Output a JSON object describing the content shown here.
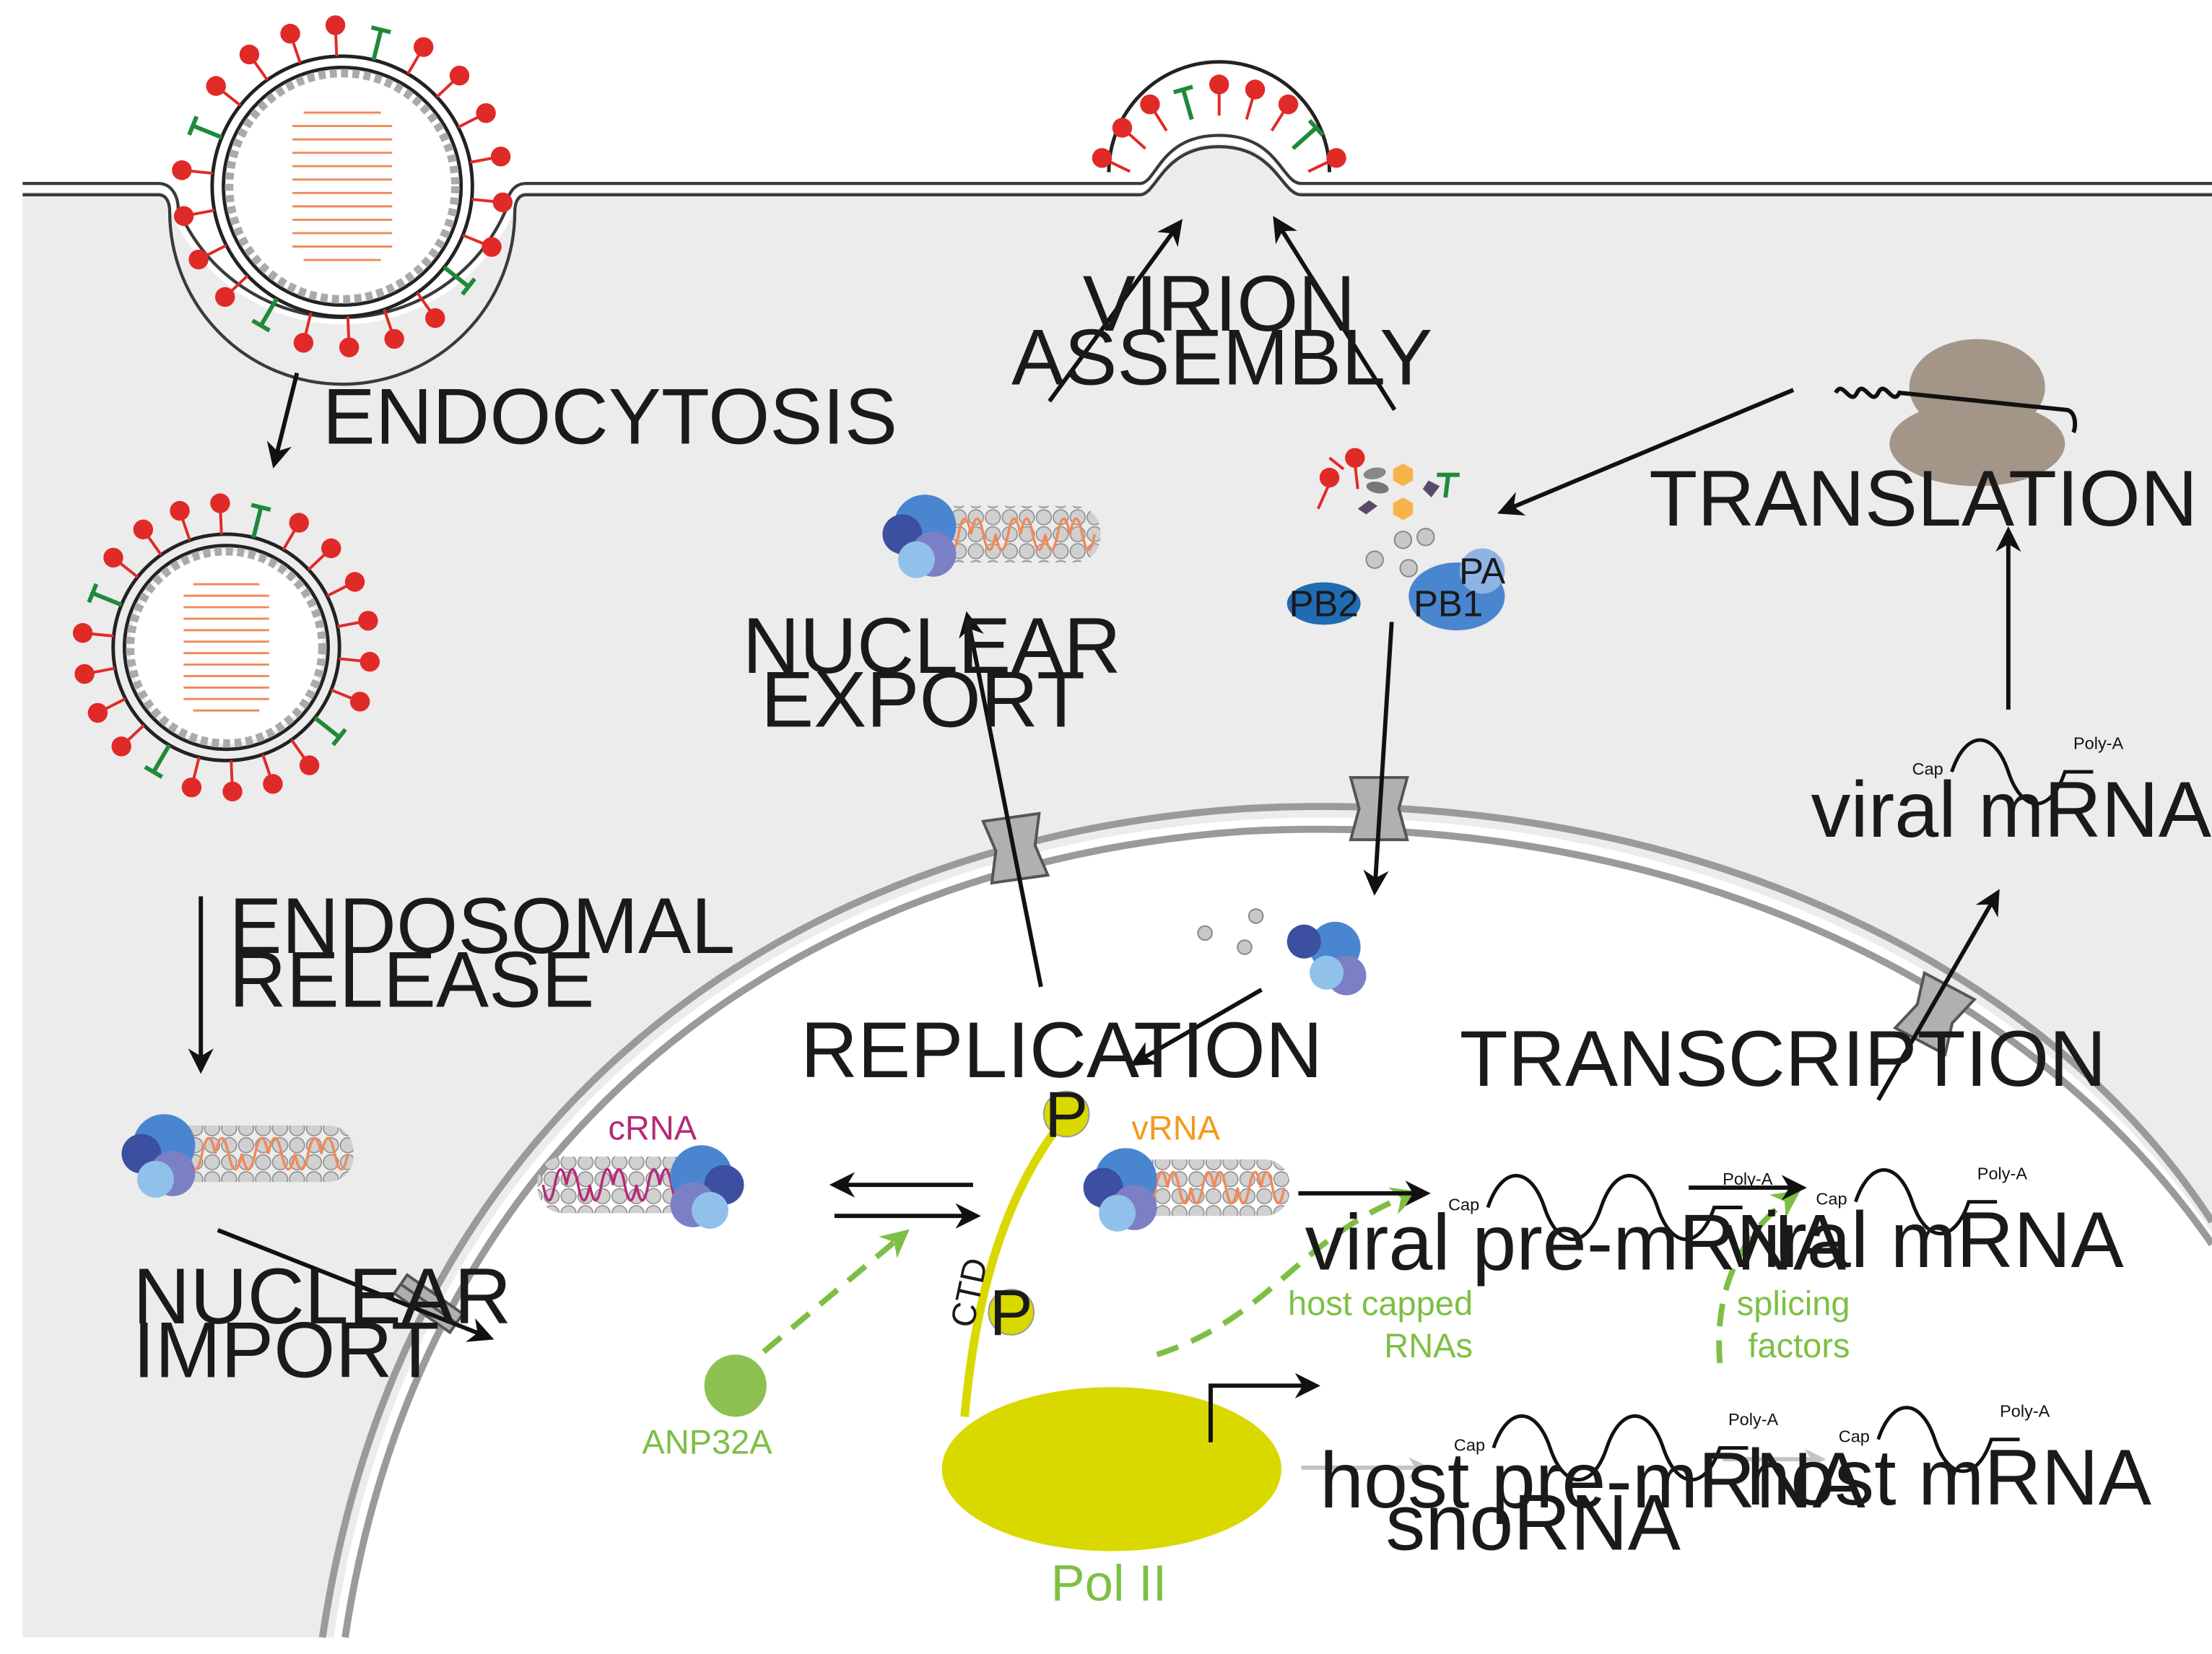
{
  "colors": {
    "cytoplasm": "#ececec",
    "membrane": "#3a3a3a",
    "nuclear_envelope": "#9a9a9a",
    "hemagglutinin": "#e02a27",
    "neuraminidase": "#1f8a3a",
    "rna_segment": "#f08a5a",
    "polymerase_blue": "#4a86cf",
    "polymerase_dark": "#3c4fa0",
    "polymerase_light": "#8fc1ea",
    "polymerase_purple": "#7a7fc6",
    "crna": "#b52a78",
    "vrna": "#f39a1c",
    "pol2": "#d9d900",
    "green_accent": "#7dbf44",
    "ribosome": "#a39588",
    "np_grey": "#c8c8c8"
  },
  "labels": {
    "endocytosis": "ENDOCYTOSIS",
    "endosomal_release_1": "ENDOSOMAL",
    "endosomal_release_2": "RELEASE",
    "nuclear_import_1": "NUCLEAR",
    "nuclear_import_2": "IMPORT",
    "nuclear_export_1": "NUCLEAR",
    "nuclear_export_2": "EXPORT",
    "virion_assembly_1": "VIRION",
    "virion_assembly_2": "ASSEMBLY",
    "translation": "TRANSLATION",
    "replication": "REPLICATION",
    "transcription": "TRANSCRIPTION",
    "crna": "cRNA",
    "vrna": "vRNA",
    "ctd": "CTD",
    "phospho": "P",
    "anp32a": "ANP32A",
    "pol_ii": "Pol II",
    "host_capped_1": "host capped",
    "host_capped_2": "RNAs",
    "splicing_1": "splicing",
    "splicing_2": "factors",
    "viral_pre_mrna": "viral pre-mRNA",
    "viral_mrna_nuclear": "viral mRNA",
    "viral_mrna_cyto": "viral mRNA",
    "host_pre_mrna_1": "host pre-mRNA",
    "host_pre_mrna_2": "snoRNA",
    "host_mrna": "host mRNA",
    "cap": "Cap",
    "poly_a": "Poly-A",
    "pb2": "PB2",
    "pb1": "PB1",
    "pa": "PA"
  }
}
